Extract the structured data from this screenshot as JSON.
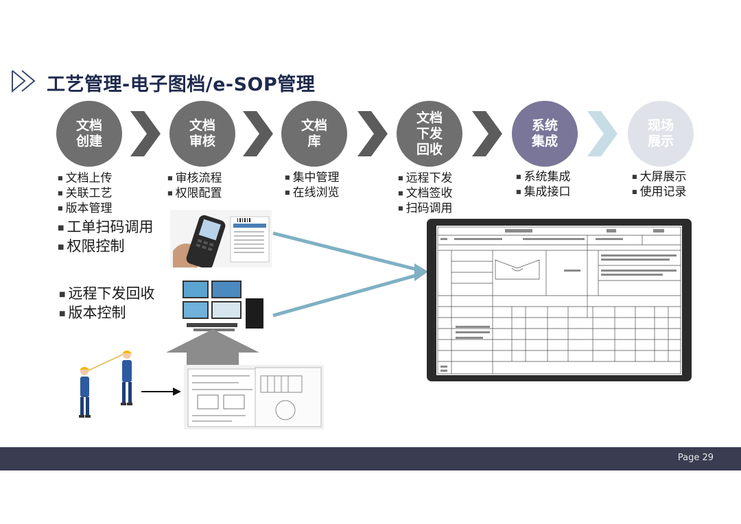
{
  "title": "工艺管理-电子图档/e-SOP管理",
  "steps": [
    {
      "label": "文档\n创建"
    },
    {
      "label": "文档\n审核"
    },
    {
      "label": "文档\n库"
    },
    {
      "label": "文档\n下发\n回收"
    },
    {
      "label": "系统\n集成"
    },
    {
      "label": "现场\n展示"
    }
  ],
  "step_bullets": [
    [
      "文档上传",
      "关联工艺",
      "版本管理"
    ],
    [
      "审核流程",
      "权限配置"
    ],
    [
      "集中管理",
      "在线浏览"
    ],
    [
      "远程下发",
      "文档签收",
      "扫码调用"
    ],
    [
      "系统集成",
      "集成接口"
    ],
    [
      "大屏展示",
      "使用记录"
    ]
  ],
  "left_bullets_1": [
    "工单扫码调用",
    "权限控制"
  ],
  "left_bullets_2": [
    "远程下发回收",
    "版本控制"
  ],
  "footer": {
    "page": "Page 29"
  },
  "colors": {
    "title": "#1f2a4d",
    "circle_gray": "#6f6f6f",
    "circle_purple": "#7a7699",
    "circle_light": "#dfe3e9",
    "connector": "#7fb0c4",
    "footer_bar": "#3a3d52"
  }
}
